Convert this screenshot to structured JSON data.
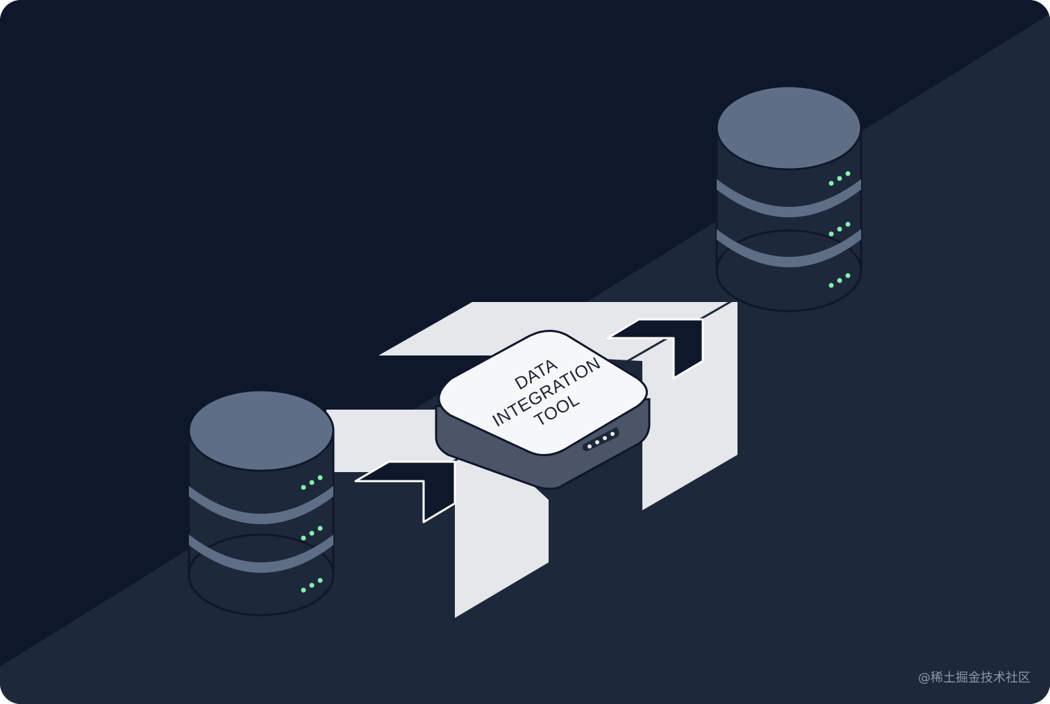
{
  "diagram": {
    "tool": {
      "label_lines": [
        "DATA",
        "INTEGRATION",
        "TOOL"
      ]
    },
    "databases": [
      {
        "id": "source-database",
        "disks": 3,
        "led_color": "#86efac"
      },
      {
        "id": "target-database",
        "disks": 3,
        "led_color": "#86efac"
      }
    ],
    "colors": {
      "background_top": "#0f172b",
      "background_bottom": "#1d283a",
      "database_top": "#5f6e87",
      "database_body": "#1d283a",
      "database_band": "#5f6e87",
      "flow": "#e5e7eb",
      "tool_face": "#f6f7f9",
      "tool_side": "#4b5567"
    }
  },
  "watermark": "@稀土掘金技术社区"
}
